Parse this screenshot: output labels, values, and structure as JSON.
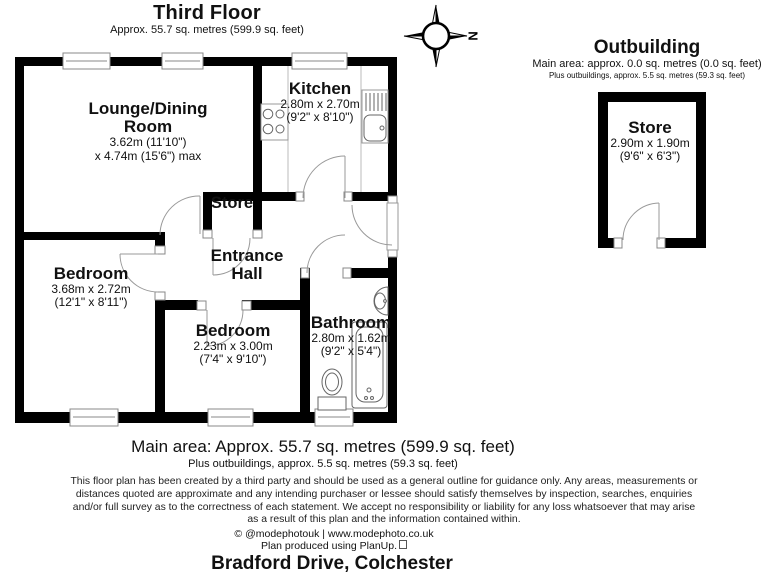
{
  "page": {
    "title": "Third Floor",
    "subtitle": "Approx. 55.7 sq. metres (599.9 sq. feet)",
    "compass_label": "N",
    "address": "Bradford Drive, Colchester"
  },
  "main_floor": {
    "rooms": {
      "lounge": {
        "name": "Lounge/Dining Room",
        "dim1": "3.62m (11'10\")",
        "dim2": "x 4.74m (15'6\") max"
      },
      "kitchen": {
        "name": "Kitchen",
        "dim_m": "2.80m x 2.70m",
        "dim_ft": "(9'2\" x 8'10\")"
      },
      "store": {
        "name": "Store"
      },
      "entrance_hall": {
        "name": "Entrance Hall"
      },
      "bedroom1": {
        "name": "Bedroom",
        "dim_m": "3.68m x 2.72m",
        "dim_ft": "(12'1\" x 8'11\")"
      },
      "bedroom2": {
        "name": "Bedroom",
        "dim_m": "2.23m x 3.00m",
        "dim_ft": "(7'4\" x 9'10\")"
      },
      "bathroom": {
        "name": "Bathroom",
        "dim_m": "2.80m x 1.62m",
        "dim_ft": "(9'2\" x 5'4\")"
      }
    }
  },
  "outbuilding": {
    "title": "Outbuilding",
    "subtitle1": "Main area: approx. 0.0 sq. metres (0.0 sq. feet)",
    "subtitle2": "Plus outbuildings, approx. 5.5 sq. metres (59.3 sq. feet)",
    "store": {
      "name": "Store",
      "dim_m": "2.90m x 1.90m",
      "dim_ft": "(9'6\" x 6'3\")"
    }
  },
  "summary": {
    "main_area": "Main area: Approx. 55.7 sq. metres (599.9 sq. feet)",
    "plus_outbuildings": "Plus outbuildings, approx. 5.5 sq. metres (59.3 sq. feet)",
    "disclaimer": "This floor plan has been created by a third party and should be used as a general outline for guidance only. Any areas, measurements or distances quoted are approximate and any intending purchaser or lessee should satisfy themselves by inspection, searches, enquiries and/or full survey as to the correctness of each statement. We accept no responsibility or liability for any loss whatsoever that may arise as a result of this plan and the information contained within.",
    "credit": "© @modephotouk | www.modephoto.co.uk",
    "produced": "Plan produced using PlanUp.",
    "colors": {
      "wall": "#000000",
      "thin_line": "#999999"
    }
  }
}
